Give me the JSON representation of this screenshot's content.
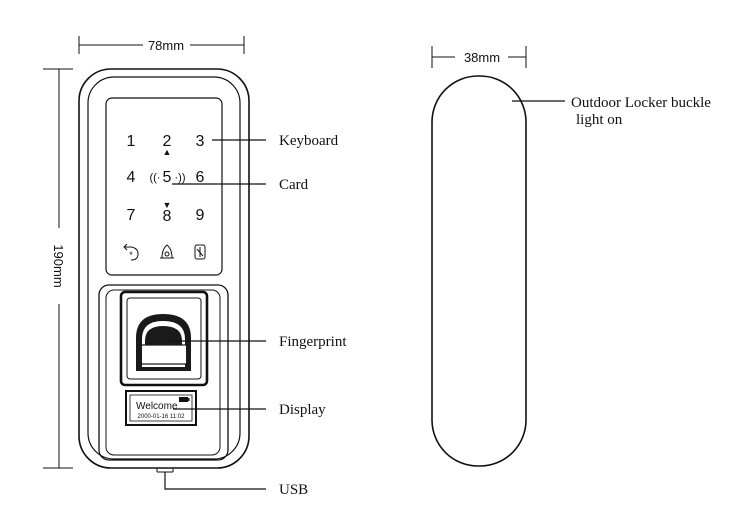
{
  "dimensions": {
    "front_width": "78mm",
    "front_height": "190mm",
    "side_width": "38mm"
  },
  "keypad": {
    "keys": [
      "1",
      "2",
      "3",
      "4",
      "5",
      "6",
      "7",
      "8",
      "9"
    ],
    "up_arrow": "▲",
    "down_arrow": "▼",
    "card_left_waves": "((·",
    "card_right_waves": "·))"
  },
  "display": {
    "title": "Welcome",
    "datetime": "2000-01-16 11:02"
  },
  "callouts": {
    "keyboard": "Keyboard",
    "card": "Card",
    "fingerprint": "Fingerprint",
    "display": "Display",
    "usb": "USB",
    "outdoor_line1": "Outdoor Locker buckle",
    "outdoor_line2": "light on"
  },
  "icons": {
    "bottom_left": "back-star-icon",
    "bottom_middle": "bell-icon",
    "bottom_right": "lock-icon"
  }
}
